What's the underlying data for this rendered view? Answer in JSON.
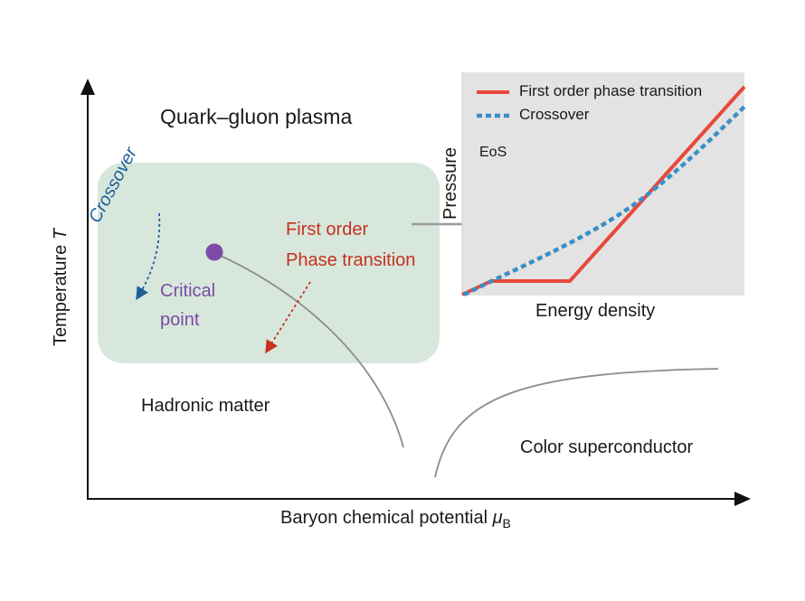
{
  "axes": {
    "x_label": "Baryon chemical potential",
    "x_symbol": "μ",
    "x_subscript": "B",
    "y_label": "Temperature",
    "y_symbol": "T"
  },
  "regions": {
    "qgp": "Quark–gluon plasma",
    "hadronic": "Hadronic matter",
    "color_sc": "Color superconductor"
  },
  "annotations": {
    "crossover": "Crossover",
    "critical_line1": "Critical",
    "critical_line2": "point",
    "first_order_line1": "First order",
    "first_order_line2": "Phase transition"
  },
  "inset": {
    "eos": "EoS",
    "y_label": "Pressure",
    "x_label": "Energy density",
    "legend": [
      {
        "label": "First order phase transition",
        "style": "solid",
        "color": "#e8483b"
      },
      {
        "label": "Crossover",
        "style": "dotted",
        "color": "#3a8fc8"
      }
    ]
  },
  "colors": {
    "region_fill": "#d7e7dc",
    "inset_bg": "#e3e3e3",
    "crossover_blue": "#1f5f98",
    "critical_purple": "#7d4aa6",
    "first_order_red": "#c8301f",
    "curve_gray": "#8c8c8c"
  }
}
